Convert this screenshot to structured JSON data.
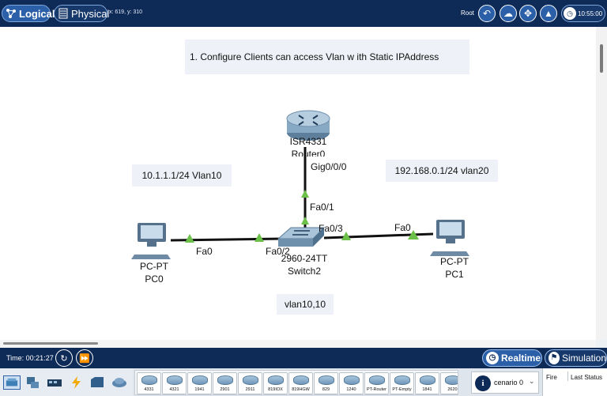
{
  "topbar": {
    "logical_label": "Logical",
    "physical_label": "Physical",
    "coords": "x: 619, y: 310",
    "root_label": "Root",
    "clock": "10:55:00",
    "icons": [
      "back-arrow-icon",
      "cloud-icon",
      "move-icon",
      "image-icon",
      "clock-icon"
    ]
  },
  "notes": {
    "title": "1. Configure Clients can access Vlan w ith Static IPAddress",
    "vlan10_label": "10.1.1.1/24  Vlan10",
    "vlan20_label": "192.168.0.1/24 vlan20",
    "trunk_label": "vlan10,10"
  },
  "devices": {
    "router": {
      "model": "ISR4331",
      "name": "Router0",
      "icon": "router-icon"
    },
    "switch": {
      "model": "2960-24TT",
      "name": "Switch2",
      "icon": "switch-icon"
    },
    "pc0": {
      "model": "PC-PT",
      "name": "PC0",
      "icon": "pc-icon"
    },
    "pc1": {
      "model": "PC-PT",
      "name": "PC1",
      "icon": "pc-icon"
    }
  },
  "ports": {
    "router_gig": "Gig0/0/0",
    "switch_fa01": "Fa0/1",
    "switch_fa02": "Fa0/2",
    "switch_fa03": "Fa0/3",
    "pc0_fa0": "Fa0",
    "pc1_fa0": "Fa0"
  },
  "bottombar": {
    "time": "Time: 00:21:27",
    "realtime_label": "Realtime",
    "simulation_label": "Simulation"
  },
  "palette": {
    "categories": [
      "network-devices-icon",
      "end-devices-icon",
      "components-icon",
      "connections-icon",
      "misc-icon",
      "multiuser-icon"
    ],
    "models": [
      "4331",
      "4321",
      "1941",
      "2901",
      "2911",
      "819IOX",
      "819HGW",
      "829",
      "1240",
      "PT-Router",
      "PT-Empty",
      "1841",
      "2620"
    ],
    "scenario": "cenario 0",
    "info_icon": "i",
    "pdu_headers": [
      "Fire",
      "Last Status"
    ]
  },
  "colors": {
    "bar_bg": "#0e2a57",
    "active_mode": "#2b5fa8",
    "link_up": "#6cc04a"
  }
}
